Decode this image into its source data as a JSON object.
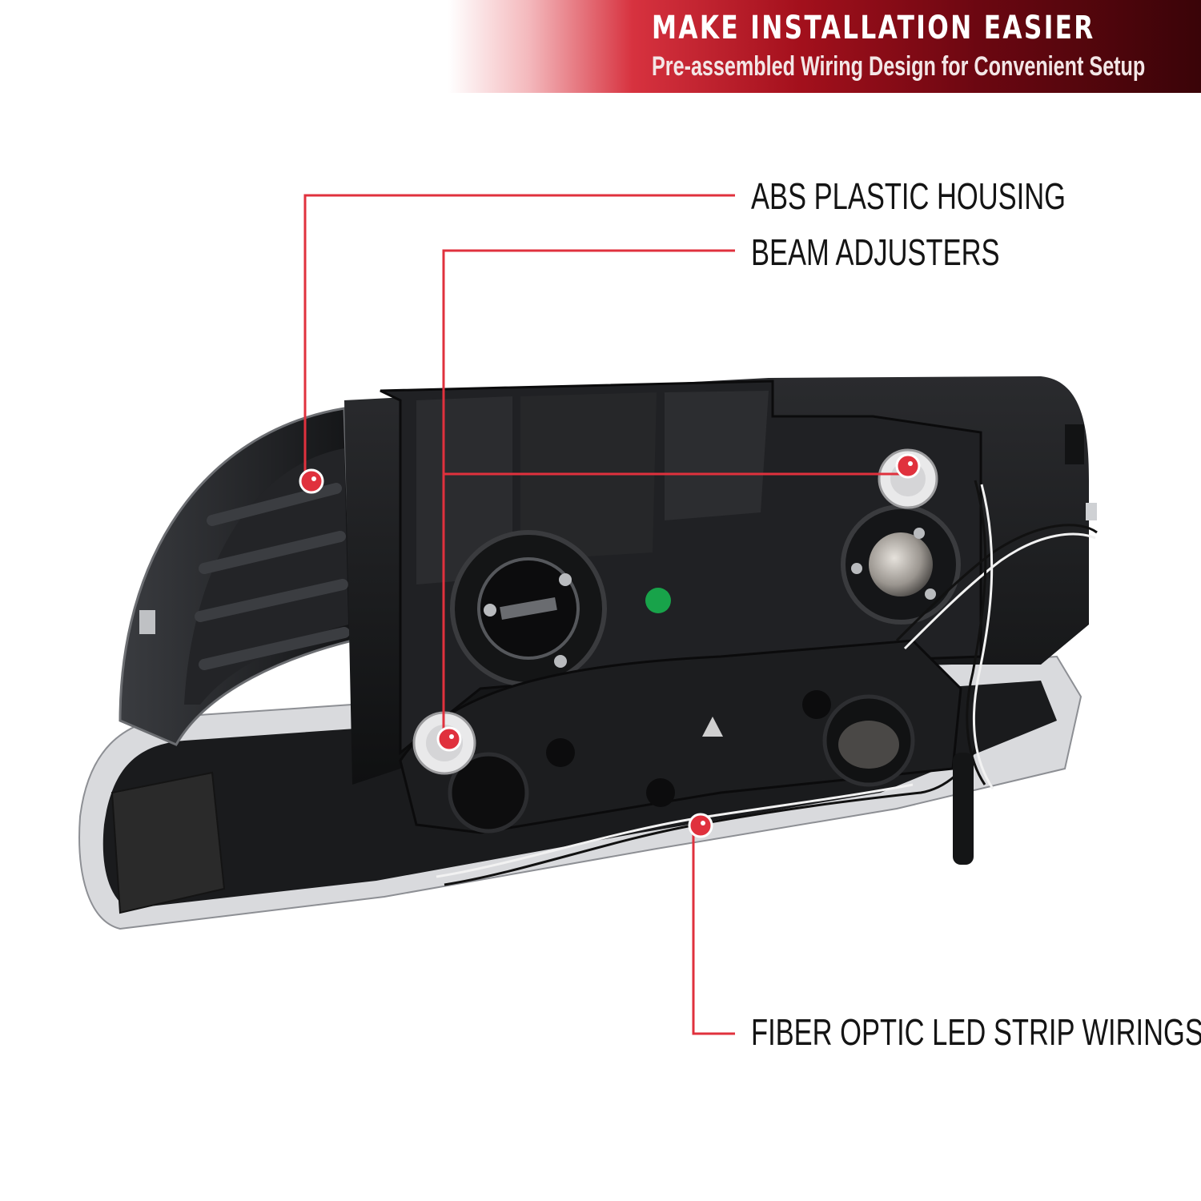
{
  "banner": {
    "title": "MAKE INSTALLATION EASIER",
    "subtitle": "Pre-assembled Wiring Design for Convenient Setup"
  },
  "callouts": [
    {
      "label": "ABS PLASTIC HOUSING"
    },
    {
      "label": "BEAM ADJUSTERS"
    },
    {
      "label": "FIBER OPTIC LED STRIP WIRINGS"
    }
  ],
  "colors": {
    "accent": "#e0313d",
    "housing": "#1b1c1e",
    "text": "#141414"
  }
}
